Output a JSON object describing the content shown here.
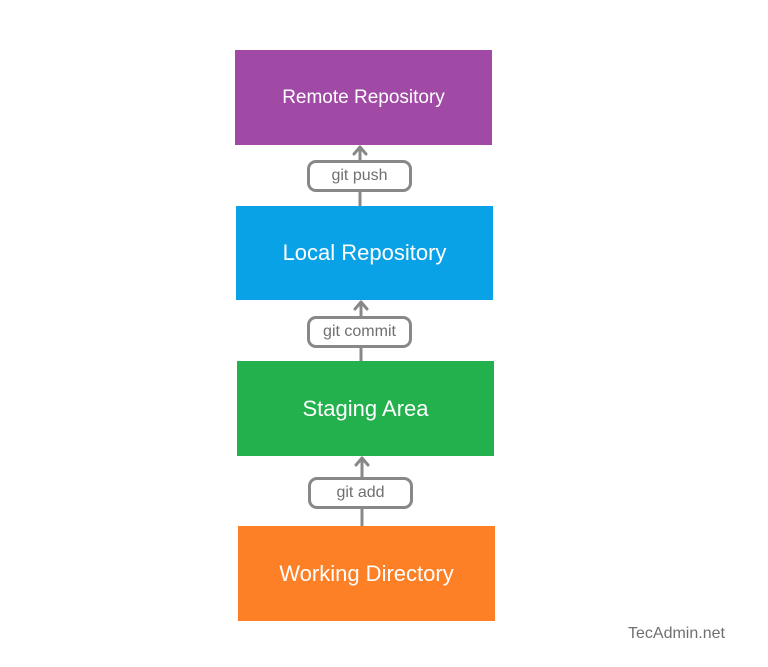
{
  "colors": {
    "remote": "#a04aa5",
    "local": "#0aa2e6",
    "staging": "#22b14c",
    "working": "#fd7f26",
    "connector": "#888888"
  },
  "boxes": {
    "remote": "Remote Repository",
    "local": "Local Repository",
    "staging": "Staging Area",
    "working": "Working Directory"
  },
  "commands": {
    "push": "git push",
    "commit": "git commit",
    "add": "git add"
  },
  "watermark": "TecAdmin.net"
}
